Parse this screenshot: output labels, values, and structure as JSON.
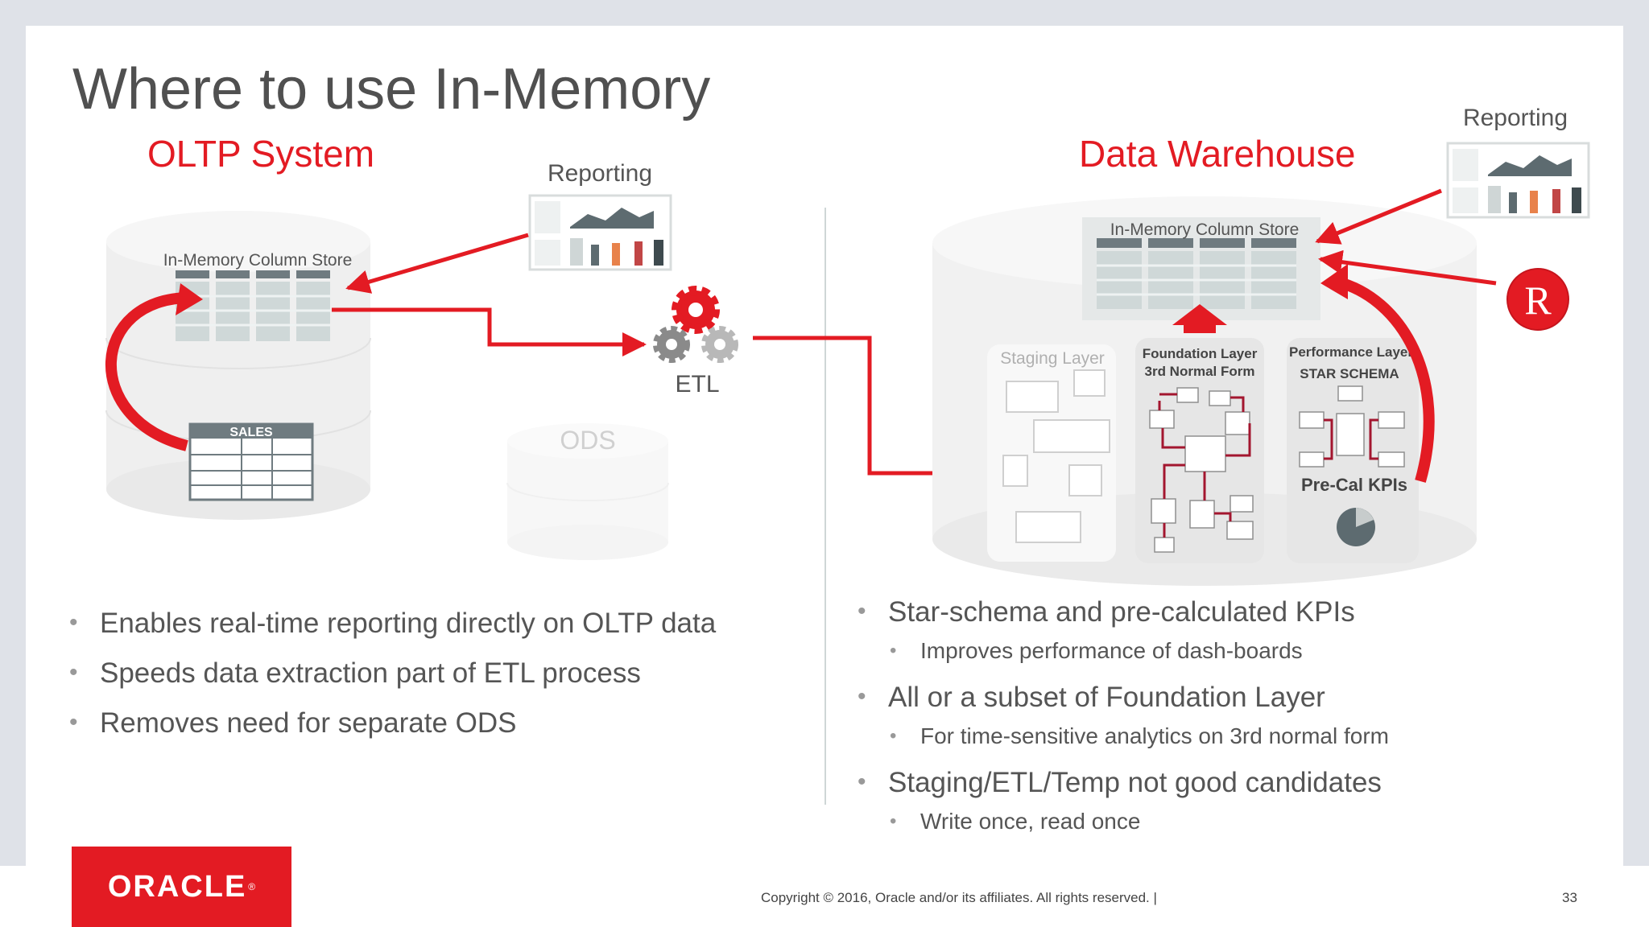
{
  "slide": {
    "title": "Where to use In-Memory",
    "page_number": "33",
    "copyright": "Copyright © 2016, Oracle and/or its affiliates. All rights reserved.  |",
    "logo_text": "ORACLE",
    "logo_mark": "®"
  },
  "colors": {
    "accent": "#e31b23",
    "text": "#555555",
    "dark_red": "#a3162f"
  },
  "oltp": {
    "title": "OLTP System",
    "column_store_label": "In-Memory Column Store",
    "sales_label": "SALES",
    "reporting_label": "Reporting",
    "etl_label": "ETL",
    "ods_label": "ODS",
    "bullets": [
      "Enables real-time reporting directly on OLTP data",
      "Speeds data extraction part of ETL process",
      "Removes need for separate ODS"
    ]
  },
  "dw": {
    "title": "Data Warehouse",
    "column_store_label": "In-Memory Column Store",
    "reporting_label": "Reporting",
    "r_logo": "R",
    "staging_label": "Staging Layer",
    "foundation_label": "Foundation Layer",
    "foundation_sub": "3rd Normal Form",
    "performance_label": "Performance Layer",
    "performance_sub": "STAR SCHEMA",
    "kpi_label": "Pre-Cal KPIs",
    "bullets": [
      {
        "level": 1,
        "text": "Star-schema and pre-calculated KPIs"
      },
      {
        "level": 2,
        "text": "Improves performance of dash-boards"
      },
      {
        "level": 1,
        "text": "All or a subset of Foundation Layer"
      },
      {
        "level": 2,
        "text": "For time-sensitive analytics on 3rd normal form"
      },
      {
        "level": 1,
        "text": "Staging/ETL/Temp not good candidates"
      },
      {
        "level": 2,
        "text": "Write once, read once"
      }
    ]
  }
}
